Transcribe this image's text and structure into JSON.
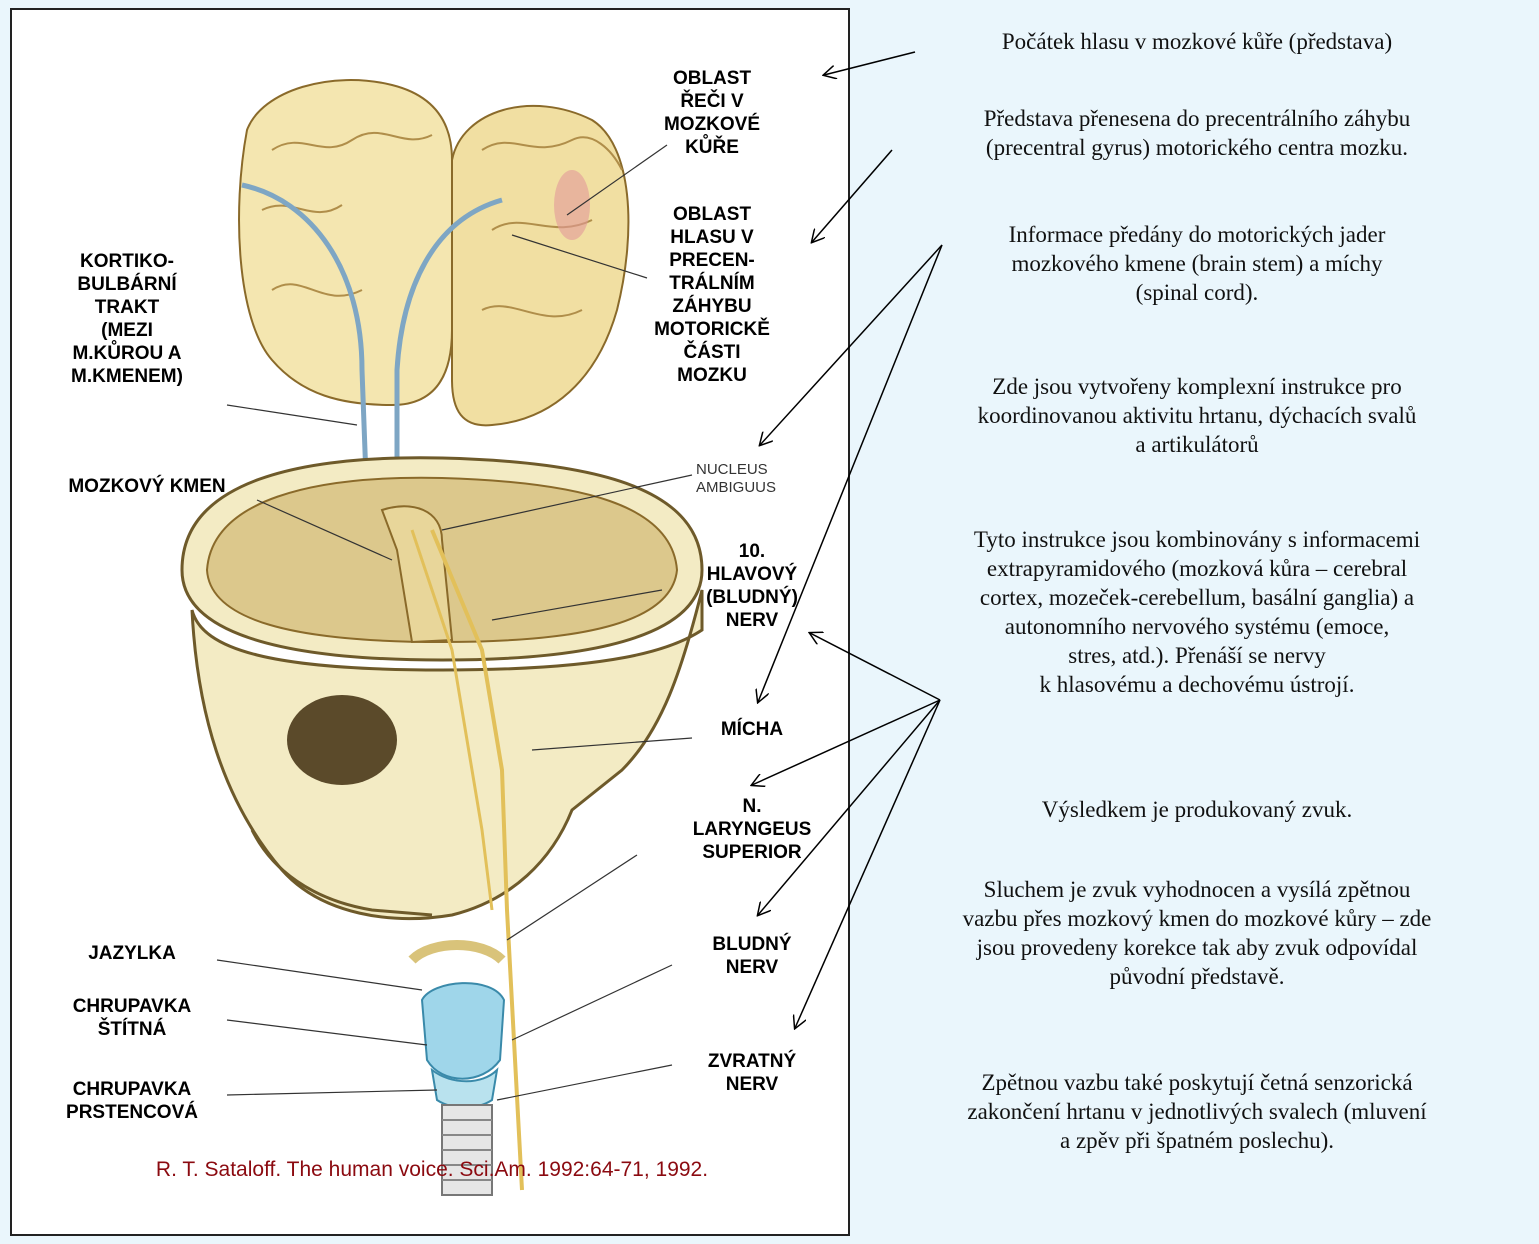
{
  "figure": {
    "labels": {
      "speech_area": "OBLAST\nŘEČI V\nMOZKOVÉ\nKŮŘE",
      "voice_area": "OBLAST\nHLASU V\nPRECEN-\nTRÁLNÍM\nZÁHYBU\nMOTORICKĚ\nČÁSTI\nMOZKU",
      "corticobulbar": "KORTIKO-\nBULBÁRNÍ\nTRAKT\n(MEZI\nM.KŮROU A\nM.KMENEM)",
      "brain_stem": "MOZKOVÝ KMEN",
      "nucleus_ambiguus": "NUCLEUS\nAMBIGUUS",
      "vagus_10": "10.\nHLAVOVÝ\n(BLUDNÝ)\nNERV",
      "spinal_cord": "MÍCHA",
      "laryngeus_superior": "N.\nLARYNGEUS\nSUPERIOR",
      "hyoid": "JAZYLKA",
      "thyroid_cartilage": "CHRUPAVKA\nŠTÍTNÁ",
      "cricoid_cartilage": "CHRUPAVKA\nPRSTENCOVÁ",
      "vagus": "BLUDNÝ\nNERV",
      "recurrent": "ZVRATNÝ\nNERV"
    },
    "citation": "R. T. Sataloff. The human voice. Sci.Am. 1992:64-71, 1992."
  },
  "steps": [
    "Počátek hlasu v mozkové kůře (představa)",
    "Představa přenesena do precentrálního záhybu\n(precentral gyrus) motorického centra mozku.",
    "Informace předány do motorických jader\nmozkového kmene (brain stem) a míchy\n(spinal cord).",
    "Zde jsou vytvořeny komplexní instrukce pro\nkoordinovanou aktivitu hrtanu, dýchacích svalů\na artikulátorů",
    "Tyto instrukce jsou kombinovány s informacemi\nextrapyramidového (mozková kůra – cerebral\ncortex, mozeček-cerebellum, basální ganglia) a\nautonomního nervového systému (emoce,\nstres, atd.). Přenáší se nervy\nk hlasovému a dechovému ústrojí.",
    "Výsledkem je produkovaný zvuk.",
    "Sluchem je zvuk vyhodnocen a vysílá zpětnou\nvazbu přes mozkový kmen do mozkové kůry – zde\njsou provedeny korekce tak aby zvuk odpovídal\npůvodní představě.",
    "Zpětnou vazbu také poskytují četná senzorická\nzakončení hrtanu v jednotlivých svalech (mluvení\na zpěv při špatném poslechu)."
  ],
  "colors": {
    "background": "#eaf6fc",
    "citation": "#8b0a10",
    "bone": "#f3ebc4",
    "cartilage": "#9fd6ea"
  }
}
